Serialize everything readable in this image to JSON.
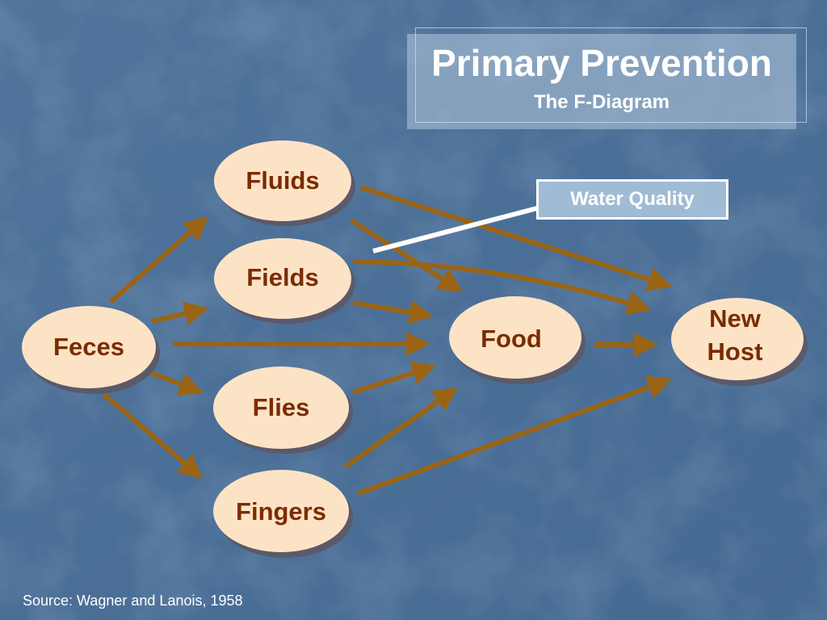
{
  "title": "Primary Prevention",
  "subtitle": "The F-Diagram",
  "callout": "Water Quality",
  "source": "Source: Wagner and Lanois, 1958",
  "nodes": {
    "feces": "Feces",
    "fluids": "Fluids",
    "fields": "Fields",
    "flies": "Flies",
    "fingers": "Fingers",
    "food": "Food",
    "new_host_line1": "New",
    "new_host_line2": "Host"
  },
  "colors": {
    "background": "#4a6e96",
    "node_fill": "#fde3c6",
    "node_text": "#7a2c00",
    "node_shadow": "#5a5a6a",
    "arrow": "#9a6414",
    "callout_line": "#ffffff"
  }
}
